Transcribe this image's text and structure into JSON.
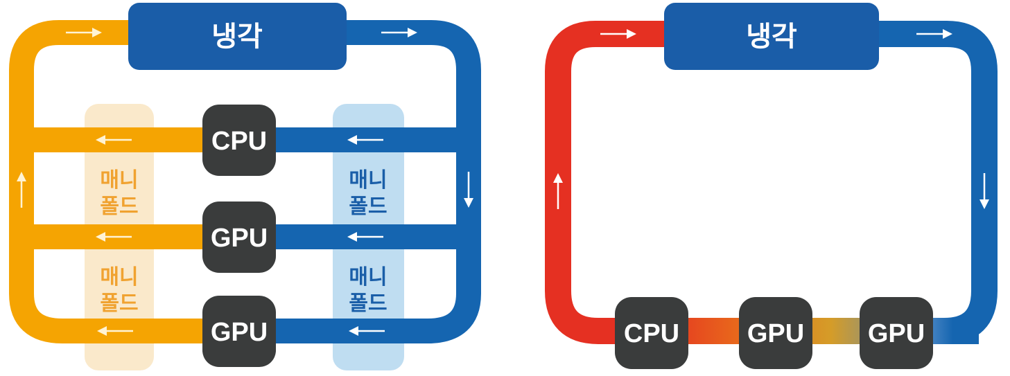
{
  "colors": {
    "hot_orange": "#F5A402",
    "cold_blue": "#1565B0",
    "box_blue": "#1A5DA8",
    "chip_dark": "#3A3C3C",
    "hot_red": "#E53022",
    "warm_orange": "#E8661C",
    "warm_gold": "#D59C28",
    "cool_light": "#4E89C6",
    "band_hot_bg": "#FAE9CB",
    "band_hot_text": "#F0A230",
    "band_cold_bg": "#BFDDF1",
    "band_cold_text": "#1A5EA8",
    "arrow_on_hot": "#FFF3D4",
    "arrow_on_cold": "#FFFFFF"
  },
  "left_diagram": {
    "cooling_box_label": "냉각",
    "manifold_label": {
      "line1": "매니",
      "line2": "폴드"
    },
    "chips": [
      "CPU",
      "GPU",
      "GPU"
    ]
  },
  "right_diagram": {
    "cooling_box_label": "냉각",
    "chips": [
      "CPU",
      "GPU",
      "GPU"
    ]
  }
}
